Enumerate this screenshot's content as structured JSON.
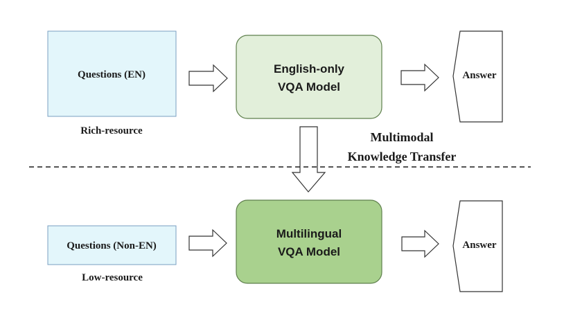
{
  "top": {
    "input_label": "Questions (EN)",
    "input_caption": "Rich-resource",
    "model_line1": "English-only",
    "model_line2": "VQA Model",
    "output_label": "Answer"
  },
  "bottom": {
    "input_label": "Questions (Non-EN)",
    "input_caption": "Low-resource",
    "model_line1": "Multilingual",
    "model_line2": "VQA Model",
    "output_label": "Answer"
  },
  "transfer": {
    "line1": "Multimodal",
    "line2": "Knowledge Transfer"
  },
  "colors": {
    "input_fill": "#e3f6fb",
    "input_stroke": "#7a9fc1",
    "top_model_fill": "#e2efda",
    "bottom_model_fill": "#a9d18e",
    "model_stroke": "#5e7f4c",
    "arrow_stroke": "#333333",
    "text": "#1a1a1a"
  }
}
